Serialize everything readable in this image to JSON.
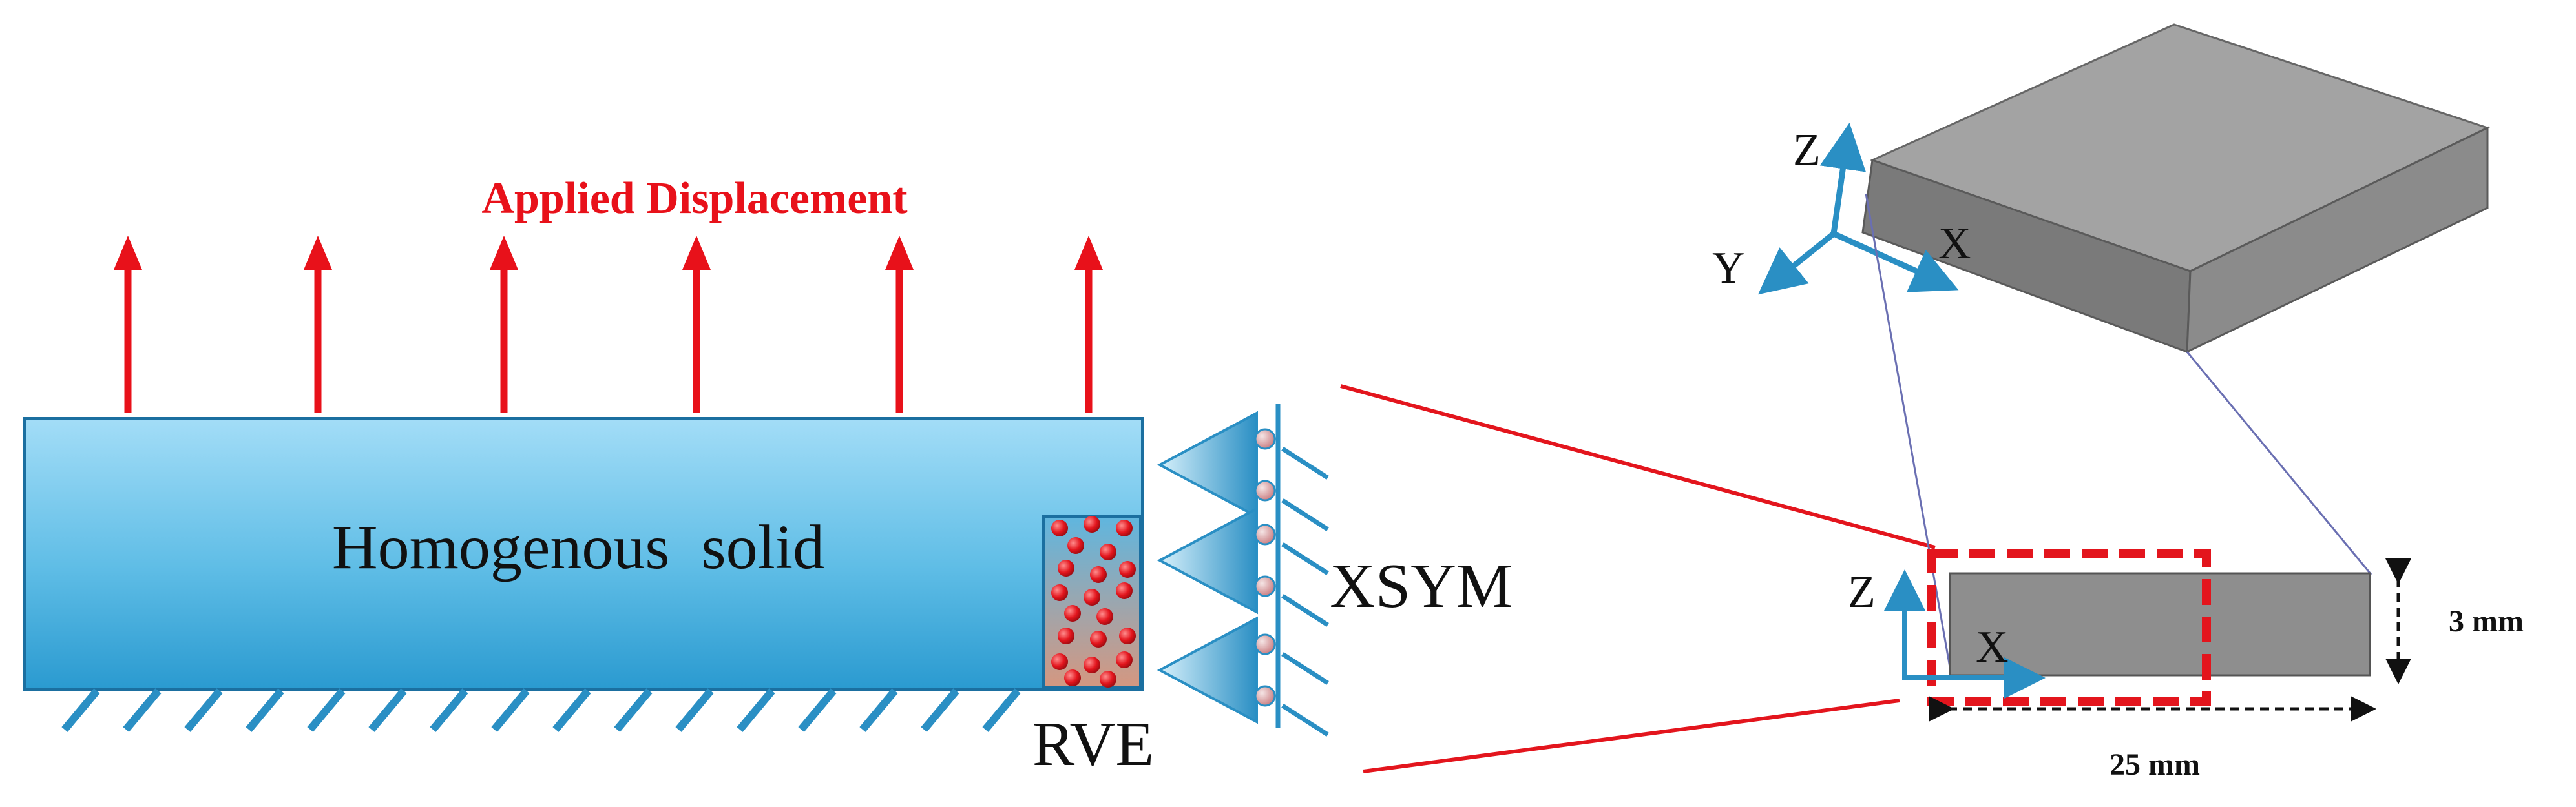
{
  "labels": {
    "applied_displacement": "Applied Displacement",
    "homogenous_solid": "Homogenous  solid",
    "xsym": "XSYM",
    "rve": "RVE",
    "axis3d_z": "Z",
    "axis3d_y": "Y",
    "axis3d_x": "X",
    "axis2d_z": "Z",
    "axis2d_x": "X",
    "dim_thickness": "3 mm",
    "dim_length": "25 mm"
  },
  "icons": {
    "load_arrow": "arrow-up-icon",
    "roller_support": "roller-support-icon",
    "fixed_hatch": "ground-hatch-icon"
  },
  "colors": {
    "load_arrow": "#e8111a",
    "solid_top": "#9fdcf7",
    "solid_bottom": "#2b9fd4",
    "support": "#2a8fc4",
    "rve_fill": "#c79a87",
    "particle": "#e3151d",
    "plate_light": "#9a9a9a",
    "plate_dark": "#6e6e6e",
    "red_box": "#e3151d"
  },
  "counts": {
    "load_arrows": 6,
    "roller_supports": 3
  }
}
